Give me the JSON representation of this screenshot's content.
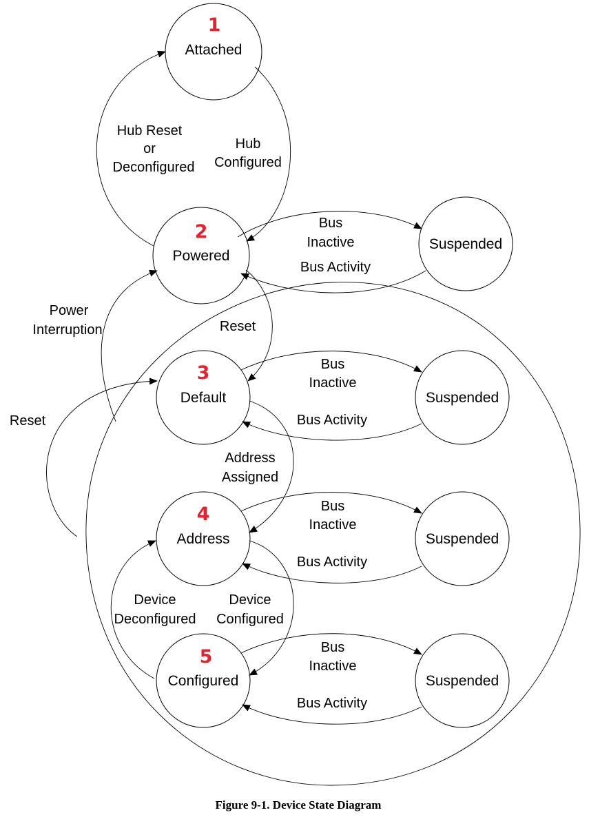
{
  "colors": {
    "number": "#e8212e",
    "stroke": "#000000",
    "background": "#ffffff"
  },
  "states": {
    "attached": {
      "number": "1",
      "label": "Attached"
    },
    "powered": {
      "number": "2",
      "label": "Powered"
    },
    "default": {
      "number": "3",
      "label": "Default"
    },
    "address": {
      "number": "4",
      "label": "Address"
    },
    "configured": {
      "number": "5",
      "label": "Configured"
    },
    "suspended_powered": {
      "label": "Suspended"
    },
    "suspended_default": {
      "label": "Suspended"
    },
    "suspended_address": {
      "label": "Suspended"
    },
    "suspended_configured": {
      "label": "Suspended"
    }
  },
  "transitions": {
    "hub_reset": {
      "line1": "Hub Reset",
      "line2": "or",
      "line3": "Deconfigured"
    },
    "hub_configured": {
      "line1": "Hub",
      "line2": "Configured"
    },
    "power_interruption": {
      "line1": "Power",
      "line2": "Interruption"
    },
    "reset_powered": {
      "label": "Reset"
    },
    "reset_global": {
      "label": "Reset"
    },
    "address_assigned": {
      "line1": "Address",
      "line2": "Assigned"
    },
    "device_deconfigured": {
      "line1": "Device",
      "line2": "Deconfigured"
    },
    "device_configured": {
      "line1": "Device",
      "line2": "Configured"
    },
    "bus_inactive": {
      "line1": "Bus",
      "line2": "Inactive"
    },
    "bus_activity": {
      "label": "Bus Activity"
    }
  },
  "caption": "Figure 9-1.  Device State Diagram"
}
